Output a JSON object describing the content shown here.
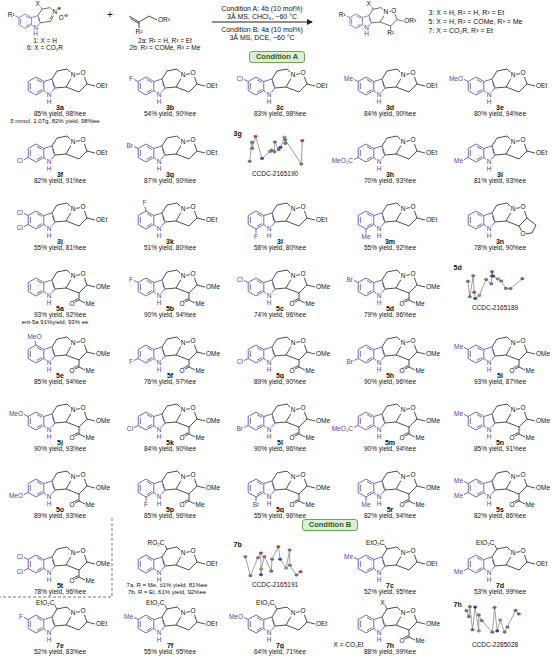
{
  "diagram": {
    "nodes": [
      {
        "text": [
          "Condition A"
        ]
      },
      {
        "text": [
          "Condition B"
        ]
      }
    ],
    "labels": [
      "R¹",
      "X",
      "N",
      "⊕",
      "O",
      "⊖",
      "N",
      "H",
      "1: X = H",
      "6: X = CO₂R",
      "+",
      "R²",
      "OR³",
      "2a: R² = H, R³ = Et",
      "2b: R² = COMe, R³ = Me",
      "Condition A: 4b (10 mol%)",
      "3Å MS, CHCl₃, −60 °C",
      "Condition B: 4a (10 mol%)",
      "3Å MS, DCE, −60 °C",
      "R¹",
      "X",
      "N",
      "O",
      "OR³",
      "R²",
      "N",
      "H",
      "3: X = H, R² = H, R³ = Et",
      "5: X = H, R² = COMe, R³ = Me",
      "7: X = CO₂R, R³ = Et",
      "3a",
      "85% yield, 98%ee",
      "N",
      "O",
      "OEt",
      "N",
      "H",
      "3b",
      "54% yield, 90%ee",
      "N",
      "O",
      "OEt",
      "N",
      "H",
      "F",
      "3c",
      "83% yield, 98%ee",
      "N",
      "O",
      "OEt",
      "N",
      "H",
      "Cl",
      "3d",
      "84% yield, 90%ee",
      "N",
      "O",
      "OEt",
      "N",
      "H",
      "Me",
      "3e",
      "80% yield, 94%ee",
      "N",
      "O",
      "OEt",
      "N",
      "H",
      "MeO",
      "3f",
      "82% yield, 91%ee",
      "N",
      "O",
      "OEt",
      "N",
      "H",
      "Cl",
      "3g",
      "87% yield, 90%ee",
      "N",
      "O",
      "OEt",
      "N",
      "H",
      "Br",
      "3h",
      "70% yield, 93%ee",
      "N",
      "O",
      "OEt",
      "N",
      "H",
      "MeO₂C",
      "3i",
      "81% yield, 93%ee",
      "N",
      "O",
      "OEt",
      "N",
      "H",
      "Me",
      "3j",
      "55% yield, 81%ee",
      "N",
      "O",
      "OEt",
      "N",
      "H",
      "Cl",
      "Cl",
      "3k",
      "51% yield, 80%ee",
      "N",
      "O",
      "OEt",
      "N",
      "H",
      "F",
      "3l",
      "58% yield, 80%ee",
      "N",
      "O",
      "OEt",
      "N",
      "H",
      "F",
      "3m",
      "55% yield, 92%ee",
      "N",
      "O",
      "OEt",
      "N",
      "H",
      "Me",
      "3n",
      "78% yield, 90%ee",
      "N",
      "O",
      "O",
      "N",
      "H",
      "5a",
      "93% yield, 92%ee",
      "N",
      "O",
      "OMe",
      "N",
      "H",
      "O",
      "Me",
      "5b",
      "90% yield, 94%ee",
      "N",
      "O",
      "OMe",
      "N",
      "H",
      "O",
      "Me",
      "F",
      "5c",
      "74% yield, 96%ee",
      "N",
      "O",
      "OMe",
      "N",
      "H",
      "O",
      "Me",
      "Cl",
      "5d",
      "79% yield, 96%ee",
      "N",
      "O",
      "OMe",
      "N",
      "H",
      "O",
      "Me",
      "Br",
      "5e",
      "85% yield, 94%ee",
      "N",
      "O",
      "OMe",
      "N",
      "H",
      "O",
      "Me",
      "MeO",
      "5f",
      "76% yield, 97%ee",
      "N",
      "O",
      "OMe",
      "N",
      "H",
      "O",
      "Me",
      "F",
      "5g",
      "89% yield, 90%ee",
      "N",
      "O",
      "OMe",
      "N",
      "H",
      "O",
      "Me",
      "Cl",
      "5h",
      "90% yield, 96%ee",
      "N",
      "O",
      "OMe",
      "N",
      "H",
      "O",
      "Me",
      "Br",
      "5i",
      "93% yield, 87%ee",
      "N",
      "O",
      "OMe",
      "N",
      "H",
      "O",
      "Me",
      "Me",
      "5j",
      "90% yield, 93%ee",
      "N",
      "O",
      "OMe",
      "N",
      "H",
      "O",
      "Me",
      "MeO",
      "5k",
      "84% yield, 90%ee",
      "N",
      "O",
      "OMe",
      "N",
      "H",
      "O",
      "Me",
      "Cl",
      "5l",
      "90% yield, 96%ee",
      "N",
      "O",
      "OMe",
      "N",
      "H",
      "O",
      "Me",
      "Br",
      "5m",
      "90% yield, 94%ee",
      "N",
      "O",
      "OMe",
      "N",
      "H",
      "O",
      "Me",
      "MeO₂C",
      "5n",
      "85% yield, 91%ee",
      "N",
      "O",
      "OMe",
      "N",
      "H",
      "O",
      "Me",
      "Me",
      "5o",
      "89% yield, 93%ee",
      "N",
      "O",
      "OMe",
      "N",
      "H",
      "O",
      "Me",
      "MeO",
      "5p",
      "85% yield, 96%ee",
      "N",
      "O",
      "OMe",
      "N",
      "H",
      "O",
      "Me",
      "F",
      "5q",
      "55% yield, 96%ee",
      "N",
      "O",
      "OMe",
      "N",
      "H",
      "O",
      "Me",
      "Br",
      "5r",
      "82% yield, 94%ee",
      "N",
      "O",
      "OMe",
      "N",
      "H",
      "O",
      "Me",
      "Me",
      "5s",
      "82% yield, 86%ee",
      "N",
      "O",
      "OMe",
      "N",
      "H",
      "O",
      "Me",
      "Me",
      "Me",
      "5t",
      "78% yield, 96%ee",
      "N",
      "O",
      "OMe",
      "N",
      "H",
      "O",
      "Me",
      "Cl",
      "Cl",
      "7a, R = Me, 51% yield, 81%ee",
      "7b, R = Et, 61% yield, 92%ee",
      "RO₂C",
      "N",
      "O",
      "OEt",
      "N",
      "H",
      "7c",
      "52% yield, 95%ee",
      "EtO₂C",
      "N",
      "O",
      "OEt",
      "N",
      "H",
      "Me",
      "7d",
      "53% yield, 99%ee",
      "EtO₂C",
      "N",
      "O",
      "OEt",
      "N",
      "H",
      "Me",
      "7e",
      "52% yield, 83%ee",
      "EtO₂C",
      "N",
      "O",
      "OEt",
      "N",
      "H",
      "F",
      "7f",
      "55% yield, 95%ee",
      "EtO₂C",
      "N",
      "O",
      "OEt",
      "N",
      "H",
      "Me",
      "7g",
      "64% yield, 71%ee",
      "EtO₂C",
      "N",
      "O",
      "OEt",
      "N",
      "H",
      "MeO",
      "7h",
      "88% yield, 99%ee",
      "X",
      "N",
      "O",
      "OMe",
      "N",
      "H",
      "O",
      "Me",
      "3g",
      "CCDC-2165190",
      "5d",
      "CCDC-2165189",
      "7b",
      "CCDC-2165191",
      "7h",
      "CCDC-2285028",
      "5 mmol, 1.07g, 82% yield, 98%ee",
      "ent-5a 91%yield, 93% ee",
      "X = CO₂Et"
    ]
  }
}
